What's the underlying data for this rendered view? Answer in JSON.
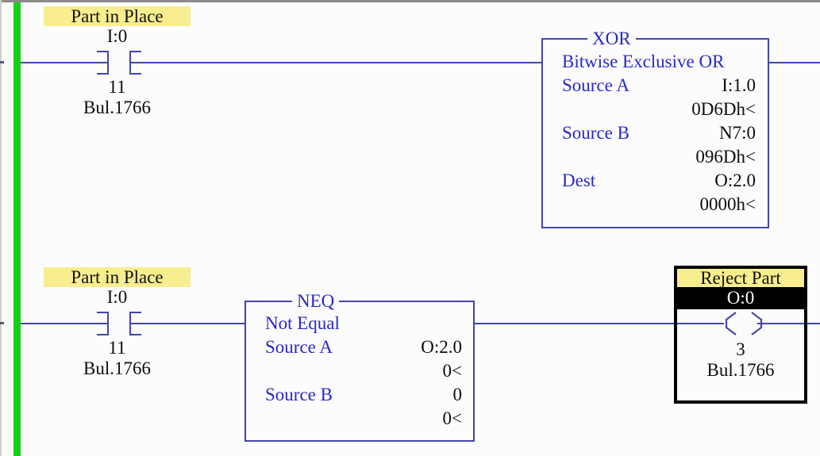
{
  "colors": {
    "power_rail_green": "#17d017",
    "wire_blue": "#4444ac",
    "instruction_text_blue": "#2828cc",
    "comment_highlight_yellow": "#f8ee8f",
    "selected_output_black": "#000000",
    "value_text_black": "#0d0d12"
  },
  "rungs": [
    {
      "contact": {
        "comment": "Part in Place",
        "address": "I:0",
        "bit": "11",
        "device": "Bul.1766"
      },
      "instruction": {
        "mnemonic": "XOR",
        "description": "Bitwise Exclusive OR",
        "rows": [
          {
            "label": "Source A",
            "value": "I:1.0"
          },
          {
            "label": "",
            "value": "0D6Dh<"
          },
          {
            "label": "Source B",
            "value": "N7:0"
          },
          {
            "label": "",
            "value": "096Dh<"
          },
          {
            "label": "Dest",
            "value": "O:2.0"
          },
          {
            "label": "",
            "value": "0000h<"
          }
        ]
      }
    },
    {
      "contact": {
        "comment": "Part in Place",
        "address": "I:0",
        "bit": "11",
        "device": "Bul.1766"
      },
      "instruction": {
        "mnemonic": "NEQ",
        "description": "Not Equal",
        "rows": [
          {
            "label": "Source A",
            "value": "O:2.0"
          },
          {
            "label": "",
            "value": "0<"
          },
          {
            "label": "Source B",
            "value": "0"
          },
          {
            "label": "",
            "value": "0<"
          }
        ]
      },
      "output": {
        "comment": "Reject Part",
        "address": "O:0",
        "bit": "3",
        "device": "Bul.1766"
      }
    }
  ]
}
